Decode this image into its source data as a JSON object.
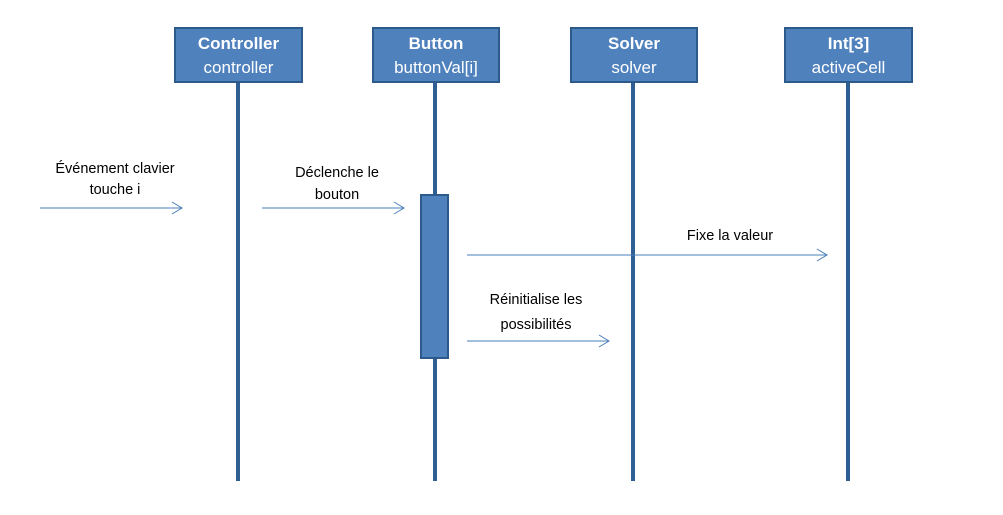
{
  "participants": [
    {
      "type": "Controller",
      "name": "controller"
    },
    {
      "type": "Button",
      "name": "buttonVal[i]"
    },
    {
      "type": "Solver",
      "name": "solver"
    },
    {
      "type": "Int[3]",
      "name": "activeCell"
    }
  ],
  "messages": [
    {
      "from": "external",
      "to": "Controller",
      "lines": [
        "Événement clavier",
        "touche i"
      ]
    },
    {
      "from": "Controller",
      "to": "Button",
      "lines": [
        "Déclenche le",
        "bouton"
      ]
    },
    {
      "from": "Button",
      "to": "Int[3]",
      "lines": [
        "Fixe la valeur"
      ]
    },
    {
      "from": "Button",
      "to": "Solver",
      "lines": [
        "Réinitialise les",
        "possibilités"
      ]
    }
  ],
  "colors": {
    "box_fill": "#4f81bd",
    "lifeline": "#2f5f92",
    "arrow": "#4a7ebb",
    "text": "#000000"
  }
}
